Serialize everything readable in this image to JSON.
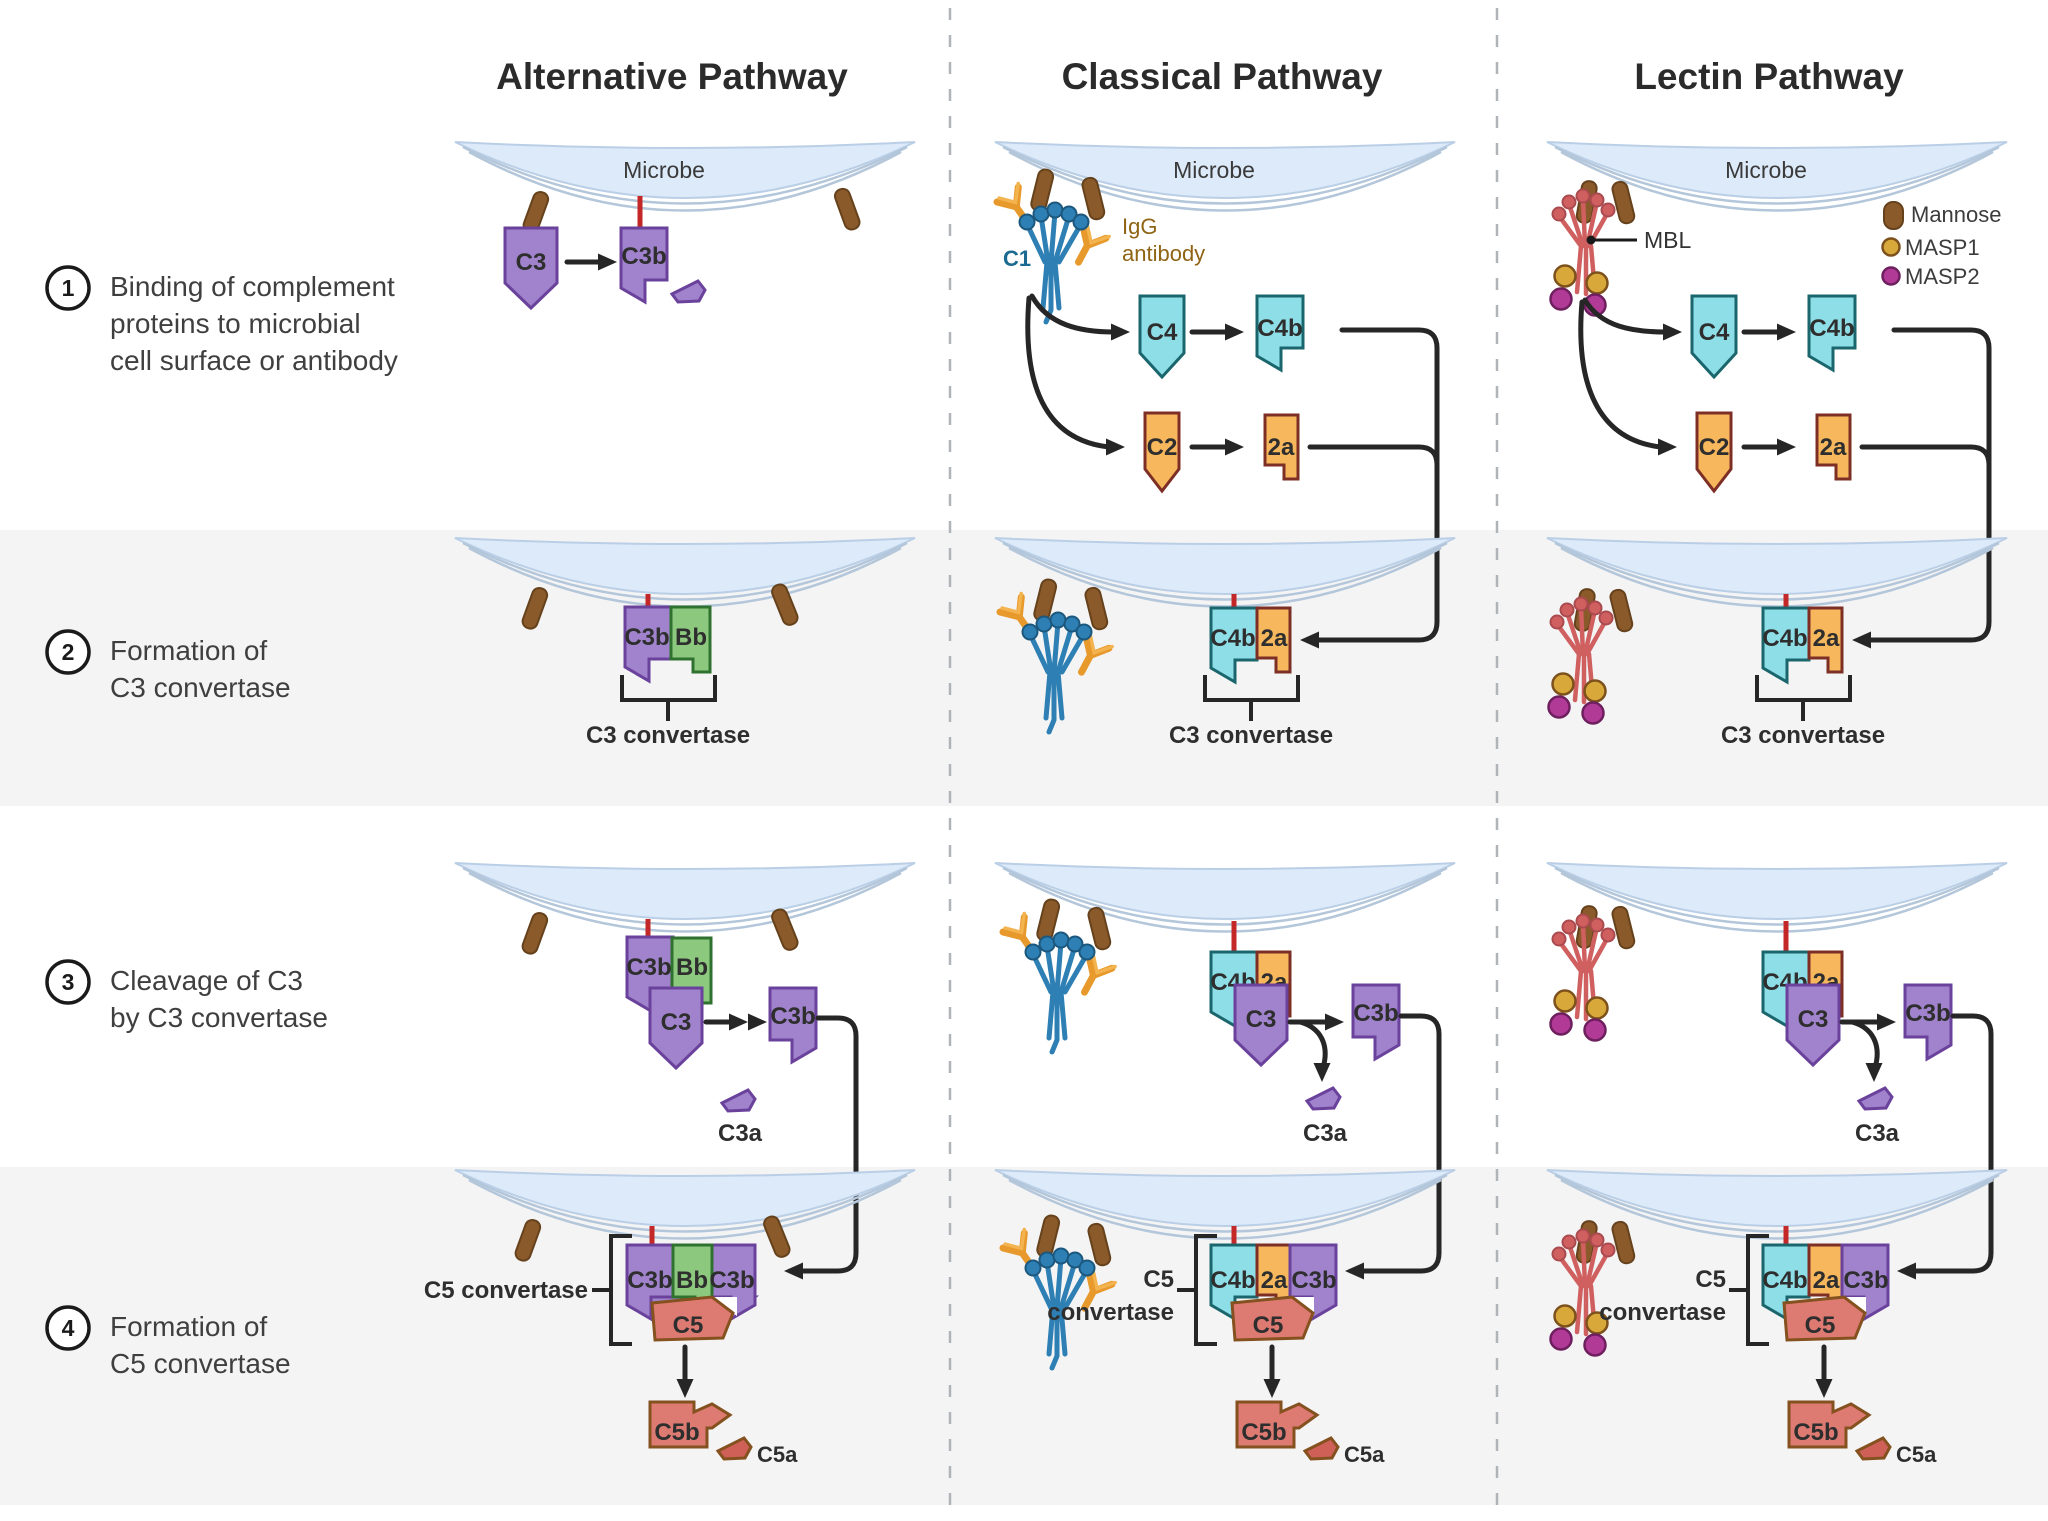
{
  "titles": {
    "alternative": "Alternative Pathway",
    "classical": "Classical Pathway",
    "lectin": "Lectin Pathway"
  },
  "steps": [
    {
      "num": "1",
      "lines": [
        "Binding of complement",
        "proteins to microbial",
        "cell surface or antibody"
      ]
    },
    {
      "num": "2",
      "lines": [
        "Formation of",
        "C3 convertase"
      ]
    },
    {
      "num": "3",
      "lines": [
        "Cleavage of C3",
        "by C3 convertase"
      ]
    },
    {
      "num": "4",
      "lines": [
        "Formation of",
        "C5 convertase"
      ]
    }
  ],
  "legend": {
    "items": [
      {
        "label": "Mannose",
        "color": "#8a5a2b",
        "shape": "pill"
      },
      {
        "label": "MASP1",
        "color": "#d9a83a",
        "shape": "circle"
      },
      {
        "label": "MASP2",
        "color": "#b23a97",
        "shape": "circle"
      }
    ]
  },
  "labels": {
    "microbe": "Microbe",
    "c1": "C1",
    "igg_line1": "IgG",
    "igg_line2": "antibody",
    "mbl": "MBL",
    "c3": "C3",
    "c3b": "C3b",
    "c3a": "C3a",
    "c4": "C4",
    "c4b": "C4b",
    "c2": "C2",
    "c2a": "2a",
    "bb": "Bb",
    "c5": "C5",
    "c5b": "C5b",
    "c5a": "C5a",
    "c3_convertase": "C3 convertase",
    "c5_convertase": "C5 convertase",
    "c5_convertase_line1": "C5",
    "c5_convertase_line2": "convertase"
  },
  "colors": {
    "purple_fill": "#a083cc",
    "purple_stroke": "#6a429c",
    "cyan_fill": "#8edee8",
    "cyan_stroke": "#1b666d",
    "orange_fill": "#f7b75d",
    "orange_stroke": "#7e2f25",
    "green_fill": "#8cc87e",
    "green_stroke": "#2f7230",
    "salmon_fill": "#dd7a72",
    "salmon_stroke": "#84511f",
    "c5a_fill": "#cf6058",
    "mannose_fill": "#8a5a2b",
    "mannose_stroke": "#66421c",
    "masp1_fill": "#d9a83a",
    "masp1_stroke": "#7c511c",
    "masp2_fill": "#b23a97",
    "masp2_stroke": "#6e1f5e",
    "c1_blue": "#2d7fb4",
    "c1_blue_dark": "#1c587e",
    "c1_label": "#1b6a92",
    "igg_orange": "#e8992c",
    "igg_orange_light": "#f3b34e",
    "igg_orange_dark": "#c77d15",
    "igg_label": "#8f6414",
    "mbl_red": "#d06060",
    "mbl_red_dark": "#aa4a4e",
    "lens_fill": "#dceaf9",
    "lens_stroke": "#bacfe6",
    "membrane": "#b3c6da",
    "tether": "#c32727",
    "arrow": "#262626",
    "band": "#f4f4f5",
    "dash_line": "#b0b3b8"
  }
}
